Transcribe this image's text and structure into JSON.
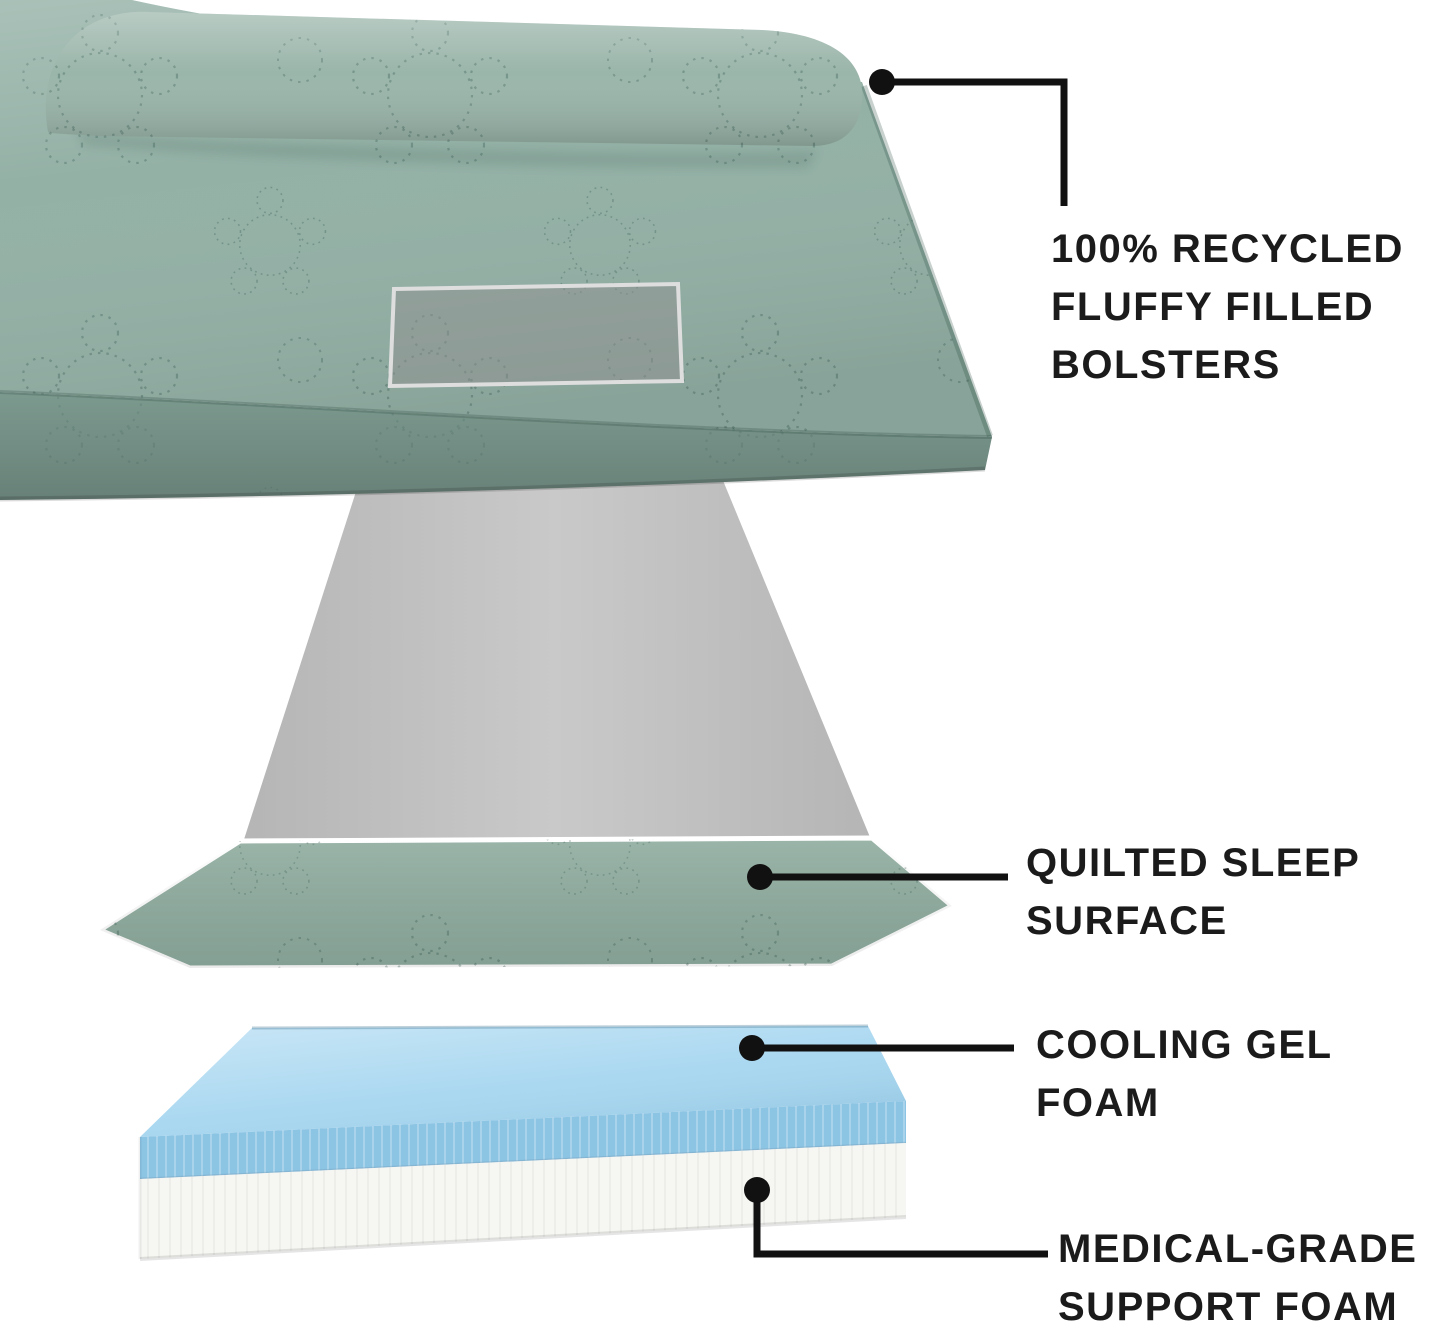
{
  "page": {
    "background": "#ffffff",
    "description": "Pet bed construction feature diagram"
  },
  "callouts": [
    {
      "id": "bolsters",
      "lines": [
        "100% RECYCLED",
        "FLUFFY FILLED",
        "BOLSTERS"
      ]
    },
    {
      "id": "quilted-surface",
      "lines": [
        "QUILTED SLEEP",
        "SURFACE"
      ]
    },
    {
      "id": "cooling-gel",
      "lines": [
        "COOLING GEL",
        "FOAM"
      ]
    },
    {
      "id": "support-foam",
      "lines": [
        "MEDICAL-GRADE",
        "SUPPORT FOAM"
      ]
    }
  ],
  "colors": {
    "background": "#ffffff",
    "bed_top": "#94b1a6",
    "bed_front": "#7f9d92",
    "bolster": "#9ab5aa",
    "quilted_layer": "#8fac9f",
    "beam_gray": "#b5b5b5",
    "highlight_fill": "#8f8f8f",
    "gel_foam_top": "#a6d6f0",
    "gel_foam_front": "#8cc4e4",
    "support_foam": "#f6f6f3",
    "callout_line": "#111111",
    "label_text": "#1b1b1b"
  }
}
